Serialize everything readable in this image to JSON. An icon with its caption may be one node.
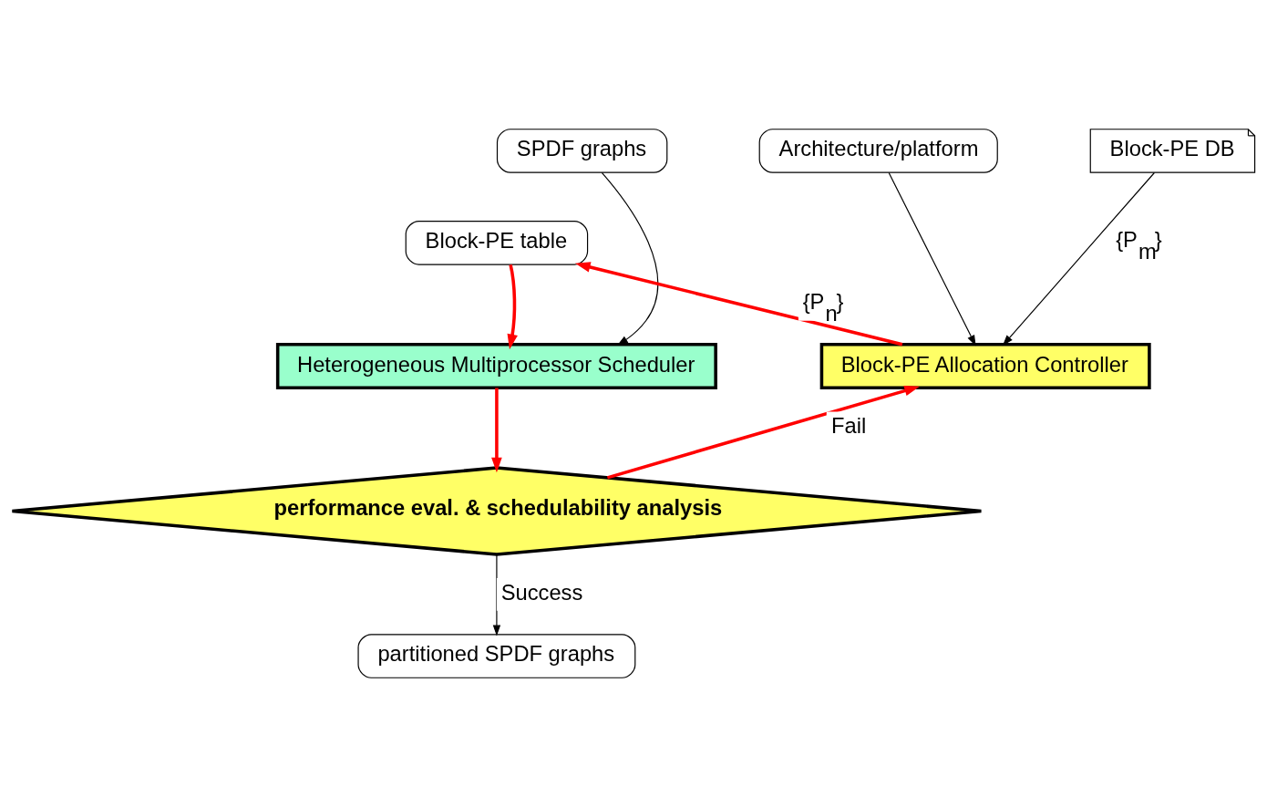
{
  "diagram": {
    "nodes": [
      {
        "text": [
          "SPDF graphs"
        ]
      },
      {
        "text": [
          "Architecture/platform"
        ]
      },
      {
        "text": [
          "Block-PE DB"
        ]
      },
      {
        "text": [
          "Block-PE table"
        ]
      },
      {
        "text": [
          "Heterogeneous Multiprocessor Scheduler"
        ]
      },
      {
        "text": [
          "Block-PE Allocation Controller"
        ]
      },
      {
        "text": [
          "performance eval. & schedulability analysis"
        ]
      },
      {
        "text": [
          "partitioned SPDF graphs"
        ]
      }
    ],
    "edges": [
      {
        "from": 0,
        "to": 4,
        "arrow": "to"
      },
      {
        "from": 3,
        "to": 4,
        "arrow": "to",
        "style": "thick",
        "color": "#ff0000"
      },
      {
        "from": 5,
        "to": 3,
        "arrow": "to",
        "label": "{P$_{n}$}",
        "style": "thick",
        "color": "#ff0000"
      },
      {
        "from": 1,
        "to": 5,
        "arrow": "to"
      },
      {
        "from": 2,
        "to": 5,
        "arrow": "to",
        "label": "{P$_{m}$}"
      },
      {
        "from": 4,
        "to": 6,
        "arrow": "to",
        "style": "thick",
        "color": "#ff0000"
      },
      {
        "from": 6,
        "to": 5,
        "arrow": "to",
        "label": "Fail",
        "style": "thick",
        "color": "#ff0000"
      },
      {
        "from": 6,
        "to": 7,
        "arrow": "to",
        "label": "Success"
      }
    ]
  }
}
